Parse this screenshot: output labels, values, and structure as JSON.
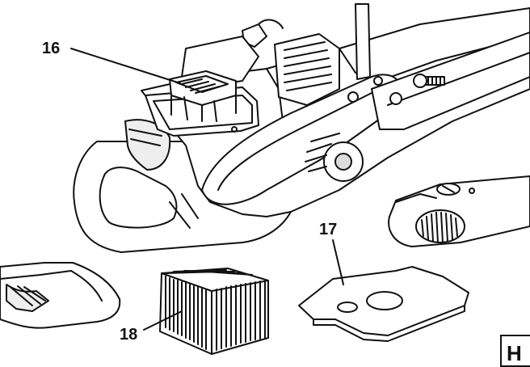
{
  "callouts": {
    "part_16": "16",
    "part_17": "17",
    "part_18": "18"
  },
  "figure_letter": "H",
  "colors": {
    "line": "#111111",
    "fill": "#ffffff",
    "shade": "#dddddd"
  }
}
